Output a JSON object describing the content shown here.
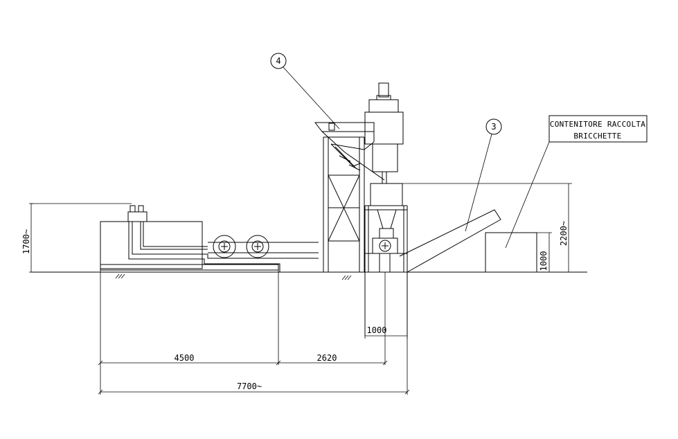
{
  "dimensions": {
    "d4500": "4500",
    "d2620": "2620",
    "d7700": "7700~",
    "d1000_horizontal": "1000",
    "d1700": "1700~",
    "d2200": "2200~",
    "d1000_vertical": "1000"
  },
  "callouts": {
    "c4": "4",
    "c3": "3"
  },
  "container_label": {
    "line1": "CONTENITORE RACCOLTA",
    "line2": "BRICCHETTE"
  }
}
